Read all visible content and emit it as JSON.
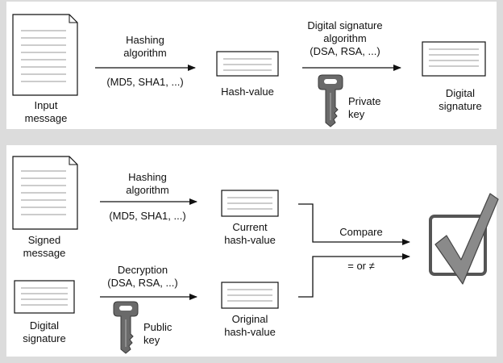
{
  "signing": {
    "input_message_label": "Input\nmessage",
    "hashing_label": "Hashing\nalgorithm",
    "hashing_algorithms": "(MD5, SHA1, ...)",
    "hash_value_label": "Hash-value",
    "signature_algorithm_label": "Digital signature\nalgorithm\n(DSA, RSA, ...)",
    "private_key_label": "Private\nkey",
    "digital_signature_label": "Digital\nsignature"
  },
  "verification": {
    "signed_message_label": "Signed\nmessage",
    "hashing_label": "Hashing\nalgorithm",
    "hashing_algorithms": "(MD5, SHA1, ...)",
    "current_hash_label": "Current\nhash-value",
    "digital_signature_label": "Digital\nsignature",
    "decryption_label": "Decryption\n(DSA, RSA, ...)",
    "public_key_label": "Public\nkey",
    "original_hash_label": "Original\nhash-value",
    "compare_label": "Compare",
    "equality_label": "= or ≠"
  },
  "colors": {
    "background": "#dcdcdc",
    "panel": "#ffffff",
    "ink": "#111111",
    "key_gray": "#6a6a6a",
    "check_gray": "#8a8a8a"
  }
}
